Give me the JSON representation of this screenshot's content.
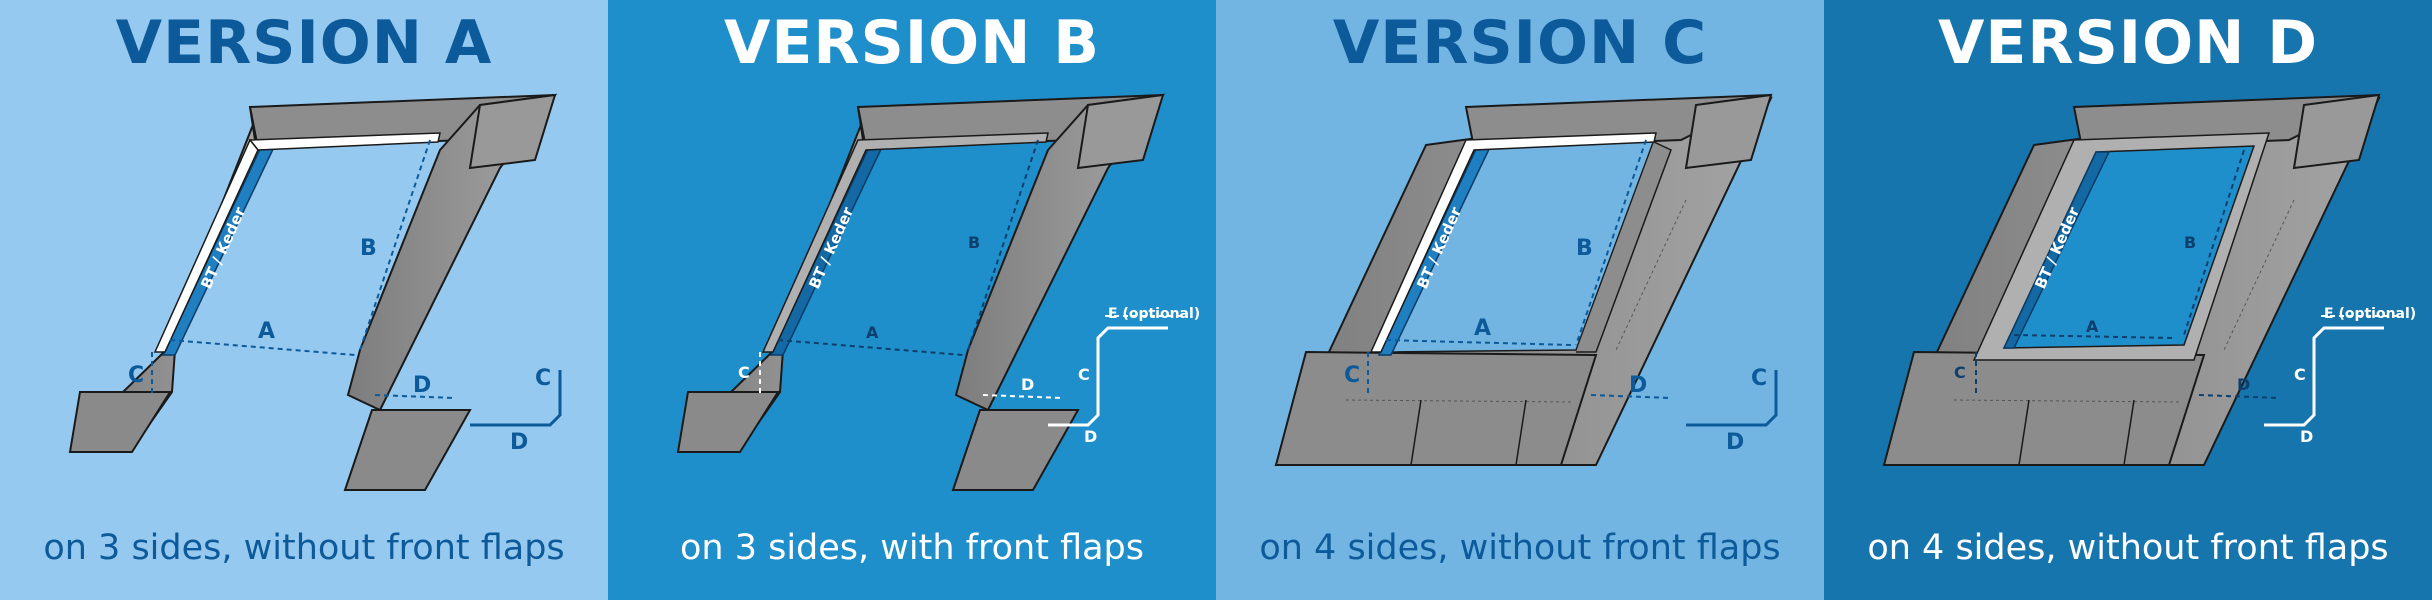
{
  "colors": {
    "panel_a_bg": "#96c9ef",
    "panel_b_bg": "#1f8fcb",
    "panel_c_bg": "#72b5e2",
    "panel_d_bg": "#1775ad",
    "dark_blue": "#0c5a9a",
    "white": "#ffffff",
    "metal": "#8f8f8f",
    "metal_dark": "#6f6f6f",
    "outline": "#1a1a1a"
  },
  "panels": [
    {
      "title": "VERSION A",
      "caption": "on 3 sides, without front flaps",
      "labels": {
        "keder": "BT / Keder",
        "a": "A",
        "b": "B",
        "c": "C",
        "d": "D"
      },
      "profile": {
        "c": "C",
        "d": "D"
      }
    },
    {
      "title": "VERSION B",
      "caption": "on 3 sides, with front flaps",
      "labels": {
        "keder": "BT / Keder",
        "a": "A",
        "b": "B",
        "c": "C",
        "d": "D"
      },
      "profile": {
        "e": "E (optional)",
        "c": "C",
        "d": "D"
      }
    },
    {
      "title": "VERSION C",
      "caption": "on 4 sides, without front flaps",
      "labels": {
        "keder": "BT / Keder",
        "a": "A",
        "b": "B",
        "c": "C",
        "d": "D"
      },
      "profile": {
        "c": "C",
        "d": "D"
      }
    },
    {
      "title": "VERSION D",
      "caption": "on 4 sides, without front flaps",
      "labels": {
        "keder": "BT / Keder",
        "a": "A",
        "b": "B",
        "c": "C",
        "d": "D"
      },
      "profile": {
        "e": "E (optional)",
        "c": "C",
        "d": "D"
      }
    }
  ]
}
